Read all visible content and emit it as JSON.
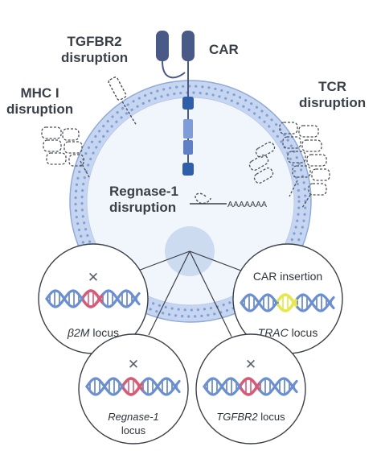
{
  "labels": {
    "car": "CAR",
    "tgfbr2_disruption_line1": "TGFBR2",
    "tgfbr2_disruption_line2": "disruption",
    "mhc_disruption_line1": "MHC I",
    "mhc_disruption_line2": "disruption",
    "tcr_disruption_line1": "TCR",
    "tcr_disruption_line2": "disruption",
    "regnase_disruption_line1": "Regnase-1",
    "regnase_disruption_line2": "disruption",
    "mrna_tail": "AAAAAAA"
  },
  "loci": [
    {
      "id": "b2m",
      "top_label": "",
      "name_italic": "β2M",
      "name_suffix": " locus",
      "cut_mark": "✕"
    },
    {
      "id": "trac",
      "top_label": "CAR insertion",
      "name_italic": "TRAC",
      "name_suffix": " locus",
      "cut_mark": ""
    },
    {
      "id": "regnase",
      "top_label": "",
      "name_italic": "Regnase-1",
      "name_suffix": "locus",
      "cut_mark": "✕"
    },
    {
      "id": "tgfbr2",
      "top_label": "",
      "name_italic": "TGFBR2",
      "name_suffix": " locus",
      "cut_mark": "✕"
    }
  ],
  "colors": {
    "membrane": "#c7d6f0",
    "membrane_dots": "#7f9fd8",
    "cell_interior": "#f1f5fc",
    "car_dark": "#4a5a86",
    "car_segment": "#7f9cd6",
    "car_anchor": "#2f5fa8",
    "dna_strand": "#6c8fcf",
    "dna_rungs": "#5b7fc4",
    "dna_cut": "#d45c78",
    "dna_insert": "#e4e84a",
    "cross": "#5a5f68",
    "outline": "#4a4f58"
  }
}
